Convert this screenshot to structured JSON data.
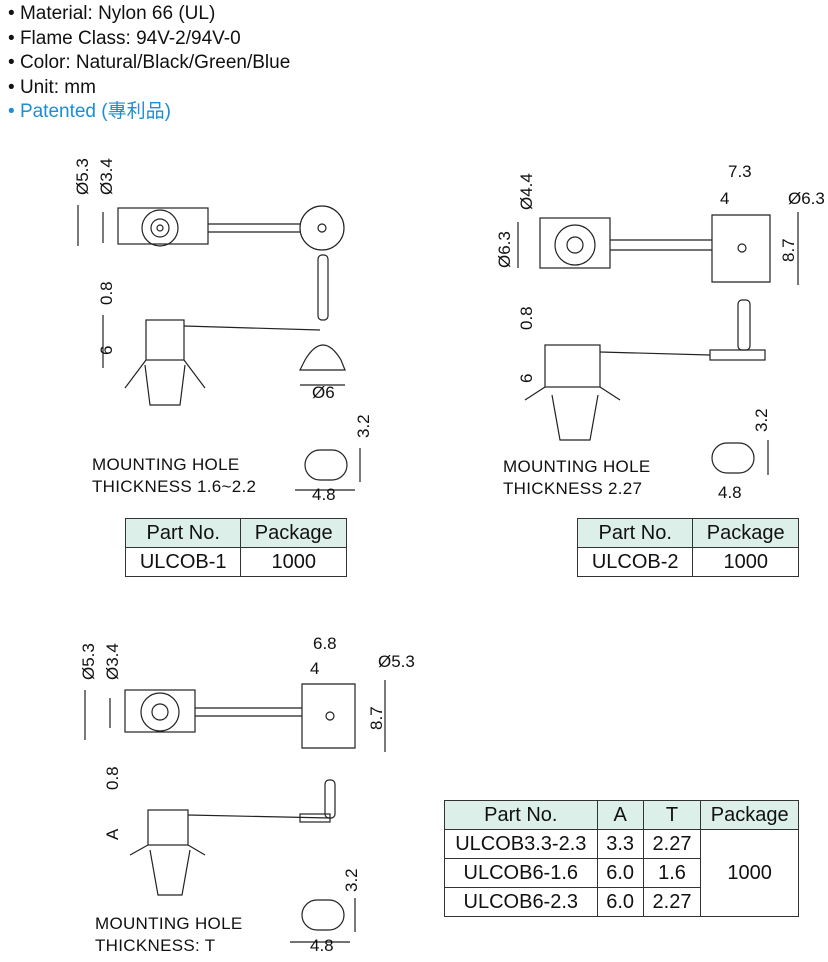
{
  "specs": [
    "Material: Nylon 66 (UL)",
    "Flame Class: 94V-2/94V-0",
    "Color: Natural/Black/Green/Blue",
    "Unit: mm",
    "Patented (專利品)"
  ],
  "colors": {
    "patented": "#1a8fd6",
    "table_header": "#dcefe9"
  },
  "drawing1": {
    "dims": [
      "Ø5.3",
      "Ø3.4",
      "0.8",
      "6",
      "Ø6",
      "3.2",
      "4.8"
    ],
    "mounting": [
      "MOUNTING HOLE",
      "THICKNESS 1.6~2.2"
    ]
  },
  "drawing2": {
    "dims": [
      "7.3",
      "4",
      "Ø6.3",
      "Ø4.4",
      "Ø6.3",
      "8.7",
      "0.8",
      "6",
      "3.2",
      "4.8"
    ],
    "mounting": [
      "MOUNTING HOLE",
      "THICKNESS 2.27"
    ]
  },
  "drawing3": {
    "dims": [
      "6.8",
      "4",
      "Ø5.3",
      "Ø5.3",
      "Ø3.4",
      "8.7",
      "0.8",
      "A",
      "3.2",
      "4.8"
    ],
    "mounting": [
      "MOUNTING HOLE",
      "THICKNESS: T"
    ]
  },
  "table1": {
    "headers": [
      "Part No.",
      "Package"
    ],
    "rows": [
      [
        "ULCOB-1",
        "1000"
      ]
    ]
  },
  "table2": {
    "headers": [
      "Part No.",
      "Package"
    ],
    "rows": [
      [
        "ULCOB-2",
        "1000"
      ]
    ]
  },
  "table3": {
    "headers": [
      "Part No.",
      "A",
      "T",
      "Package"
    ],
    "rows": [
      [
        "ULCOB3.3-2.3",
        "3.3",
        "2.27"
      ],
      [
        "ULCOB6-1.6",
        "6.0",
        "1.6"
      ],
      [
        "ULCOB6-2.3",
        "6.0",
        "2.27"
      ]
    ],
    "package": "1000"
  }
}
